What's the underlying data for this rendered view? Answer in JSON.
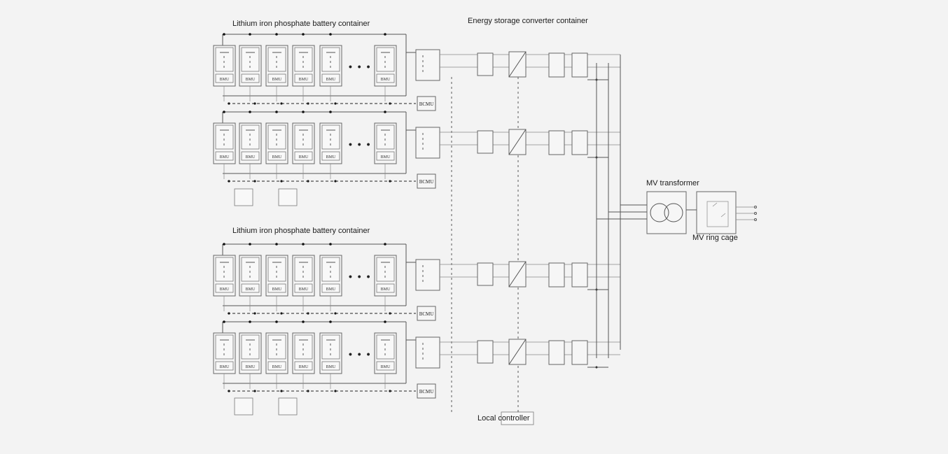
{
  "labels": {
    "battery_container_top": "Lithium iron phosphate battery container",
    "battery_container_bottom": "Lithium iron phosphate battery container",
    "converter_container": "Energy storage converter container",
    "mv_transformer": "MV transformer",
    "mv_ring_cage": "MV ring cage",
    "local_controller": "Local controller"
  },
  "module_label": "BMU",
  "bcmu_label": "BCMU",
  "ellipsis": "• • •",
  "modules_per_rack": 6,
  "racks": 4
}
